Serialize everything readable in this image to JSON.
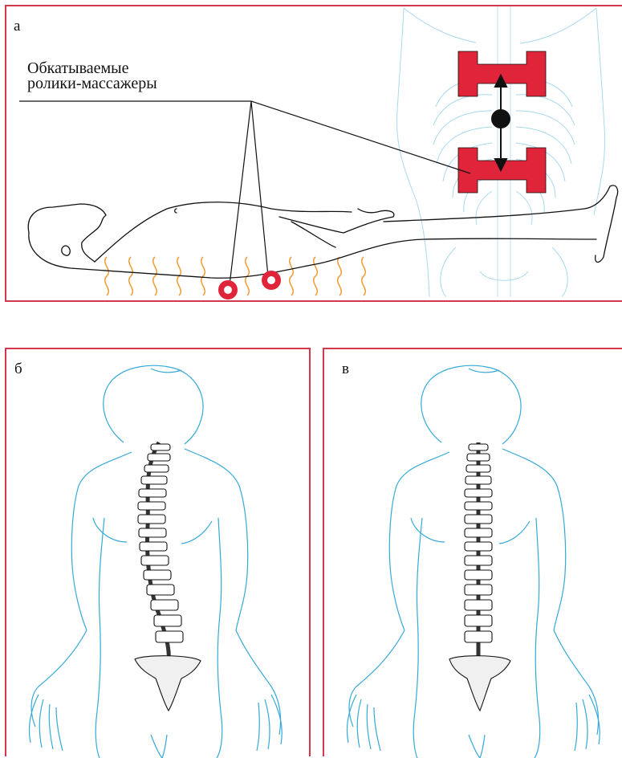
{
  "panels": {
    "a": {
      "letter": "а",
      "callout": [
        "Обкатываемые",
        "ролики-массажеры"
      ]
    },
    "b": {
      "letter": "б"
    },
    "c": {
      "letter": "в"
    }
  },
  "colors": {
    "frame": "#d4374a",
    "outline_blue": "#35a9d8",
    "roller_red": "#e0253a",
    "heat_orange": "#f0a040",
    "ink": "#111111"
  }
}
